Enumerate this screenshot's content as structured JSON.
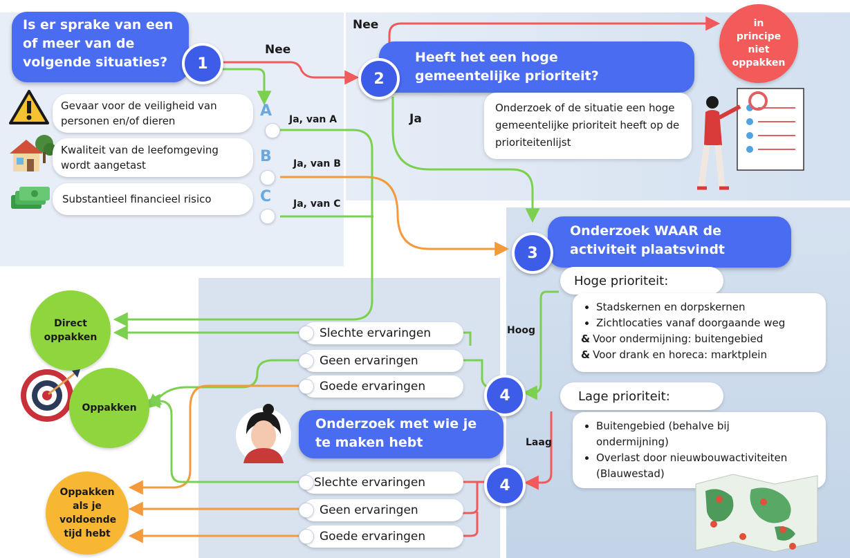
{
  "colors": {
    "blue": "#4a6cf0",
    "red_arrow": "#f05a5a",
    "green_arrow": "#7bd04f",
    "orange_arrow": "#f29a3c",
    "green_circle": "#8fd53e",
    "yellow_circle": "#f7b733",
    "red_circle": "#f35a5a"
  },
  "step1": {
    "number": "1",
    "question": "Is er sprake van een of meer van de volgende situaties?",
    "no_label": "Nee",
    "situations": [
      {
        "letter": "A",
        "text": "Gevaar voor de veiligheid van personen en/of dieren",
        "yes_label": "Ja, van A",
        "icon": "warning-icon"
      },
      {
        "letter": "B",
        "text": "Kwaliteit van de leefomgeving wordt aangetast",
        "yes_label": "Ja, van B",
        "icon": "house-icon"
      },
      {
        "letter": "C",
        "text": "Substantieel financieel risico",
        "yes_label": "Ja, van C",
        "icon": "money-icon"
      }
    ]
  },
  "step2": {
    "number": "2",
    "question": "Heeft het een hoge gemeentelijke prioriteit?",
    "no_label": "Nee",
    "yes_label": "Ja",
    "note": "Onderzoek of de situatie een hoge gemeentelijke prioriteit heeft op de prioriteitenlijst",
    "outcome_no": "in principe niet oppakken"
  },
  "step3": {
    "number": "3",
    "question": "Onderzoek WAAR de activiteit plaatsvindt",
    "high": {
      "title": "Hoge prioriteit:",
      "arrow_label": "Hoog",
      "items": [
        "Stadskernen en dorpskernen",
        "Zichtlocaties vanaf doorgaande weg"
      ],
      "extras": [
        {
          "amp": "&",
          "text": "Voor ondermijning: buitengebied"
        },
        {
          "amp": "&",
          "text": "Voor drank en horeca: marktplein"
        }
      ]
    },
    "low": {
      "title": "Lage prioriteit:",
      "arrow_label": "Laag",
      "items": [
        "Buitengebied (behalve bij ondermijning)",
        "Overlast door nieuwbouwactiviteiten (Blauwestad)"
      ]
    }
  },
  "step4": {
    "number": "4",
    "question": "Onderzoek met wie je te maken hebt",
    "upper_options": [
      "Slechte ervaringen",
      "Geen ervaringen",
      "Goede ervaringen"
    ],
    "lower_options": [
      "Slechte ervaringen",
      "Geen ervaringen",
      "Goede ervaringen"
    ]
  },
  "outcomes": {
    "direct": "Direct oppakken",
    "oppakken": "Oppakken",
    "if_time": "Oppakken als je voldoende tijd hebt"
  }
}
